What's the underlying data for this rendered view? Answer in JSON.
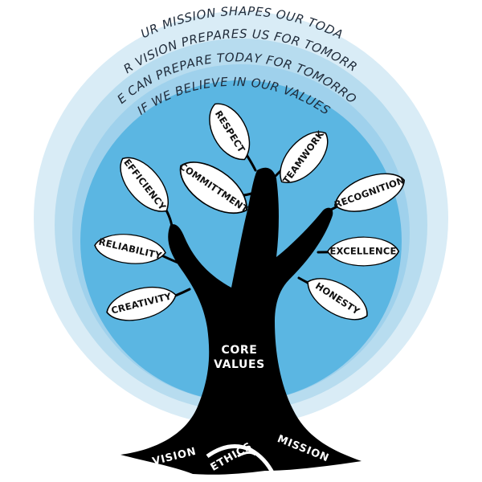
{
  "arcs": {
    "outer": "OUR MISSION SHAPES OUR TODAY",
    "middle": "OUR VISION PREPARES US FOR TOMORROW",
    "inner_1": "WE CAN PREPARE TODAY FOR TOMORROW",
    "inner_2": "IF WE BELIEVE IN OUR VALUES"
  },
  "trunk": {
    "line_1": "CORE",
    "line_2": "VALUES"
  },
  "leaves": {
    "respect": "RESPECT",
    "teamwork": "TEAMWORK",
    "committment": "COMMITTMENT",
    "efficiency": "EFFICIENCY",
    "recognition": "RECOGNITION",
    "reliability": "RELIABILITY",
    "excellence": "EXCELLENCE",
    "creativity": "CREATIVITY",
    "honesty": "HONESTY"
  },
  "roots": {
    "vision": "VISION",
    "ethics": "ETHICS",
    "mission": "MISSION"
  },
  "colors": {
    "ring_outer": "#d9ecf6",
    "ring_middle": "#b7dcef",
    "ring_inner": "#8dc8e8",
    "core": "#5bb6e2",
    "tree": "#000000",
    "leaf": "#ffffff"
  }
}
